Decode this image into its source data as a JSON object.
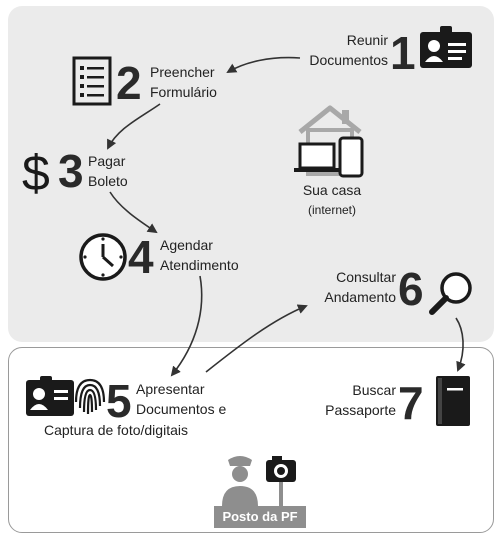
{
  "steps": [
    {
      "number": "1",
      "line1": "Reunir",
      "line2": "Documentos"
    },
    {
      "number": "2",
      "line1": "Preencher",
      "line2": "Formulário"
    },
    {
      "number": "3",
      "line1": "Pagar",
      "line2": "Boleto"
    },
    {
      "number": "4",
      "line1": "Agendar",
      "line2": "Atendimento"
    },
    {
      "number": "5",
      "line1": "Apresentar",
      "line2": "Documentos e",
      "line3": "Captura de foto/digitais"
    },
    {
      "number": "6",
      "line1": "Consultar",
      "line2": "Andamento"
    },
    {
      "number": "7",
      "line1": "Buscar",
      "line2": "Passaporte"
    }
  ],
  "home": {
    "line1": "Sua casa",
    "line2": "(internet)"
  },
  "office": {
    "label": "Posto da PF"
  },
  "icons": {
    "step1": "id-card-icon",
    "step2": "form-list-icon",
    "step3": "dollar-icon",
    "step4": "clock-icon",
    "step5": "id-card-fingerprint-icon",
    "step6": "magnifier-icon",
    "step7": "passport-icon",
    "home": "house-devices-icon",
    "office": "police-camera-icon"
  }
}
